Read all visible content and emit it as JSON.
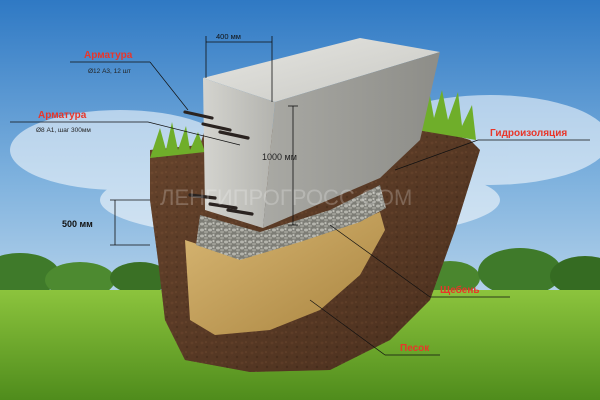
{
  "labels": {
    "rebar_top": {
      "title": "Арматура",
      "spec": "Ø12 А3, 12 шт"
    },
    "rebar_side": {
      "title": "Арматура",
      "spec": "Ø8 А1, шаг 300мм"
    },
    "waterproofing": "Гидроизоляция",
    "gravel": "Щебень",
    "sand": "Песок"
  },
  "dimensions": {
    "width": "400 мм",
    "height": "1000 мм",
    "depth": "500 мм"
  },
  "watermark": "ЛЕНГИПРОГРОСС.COM",
  "colors": {
    "sky_top": "#2f79c4",
    "sky_bottom": "#cfe3f2",
    "grass": "#6ea82a",
    "soil": "#5b3a26",
    "concrete": "#b9b9b5",
    "sand": "#c9a560",
    "gravel": "#8f8f88",
    "rebar": "#2a2320",
    "label_red": "#e8362a"
  }
}
